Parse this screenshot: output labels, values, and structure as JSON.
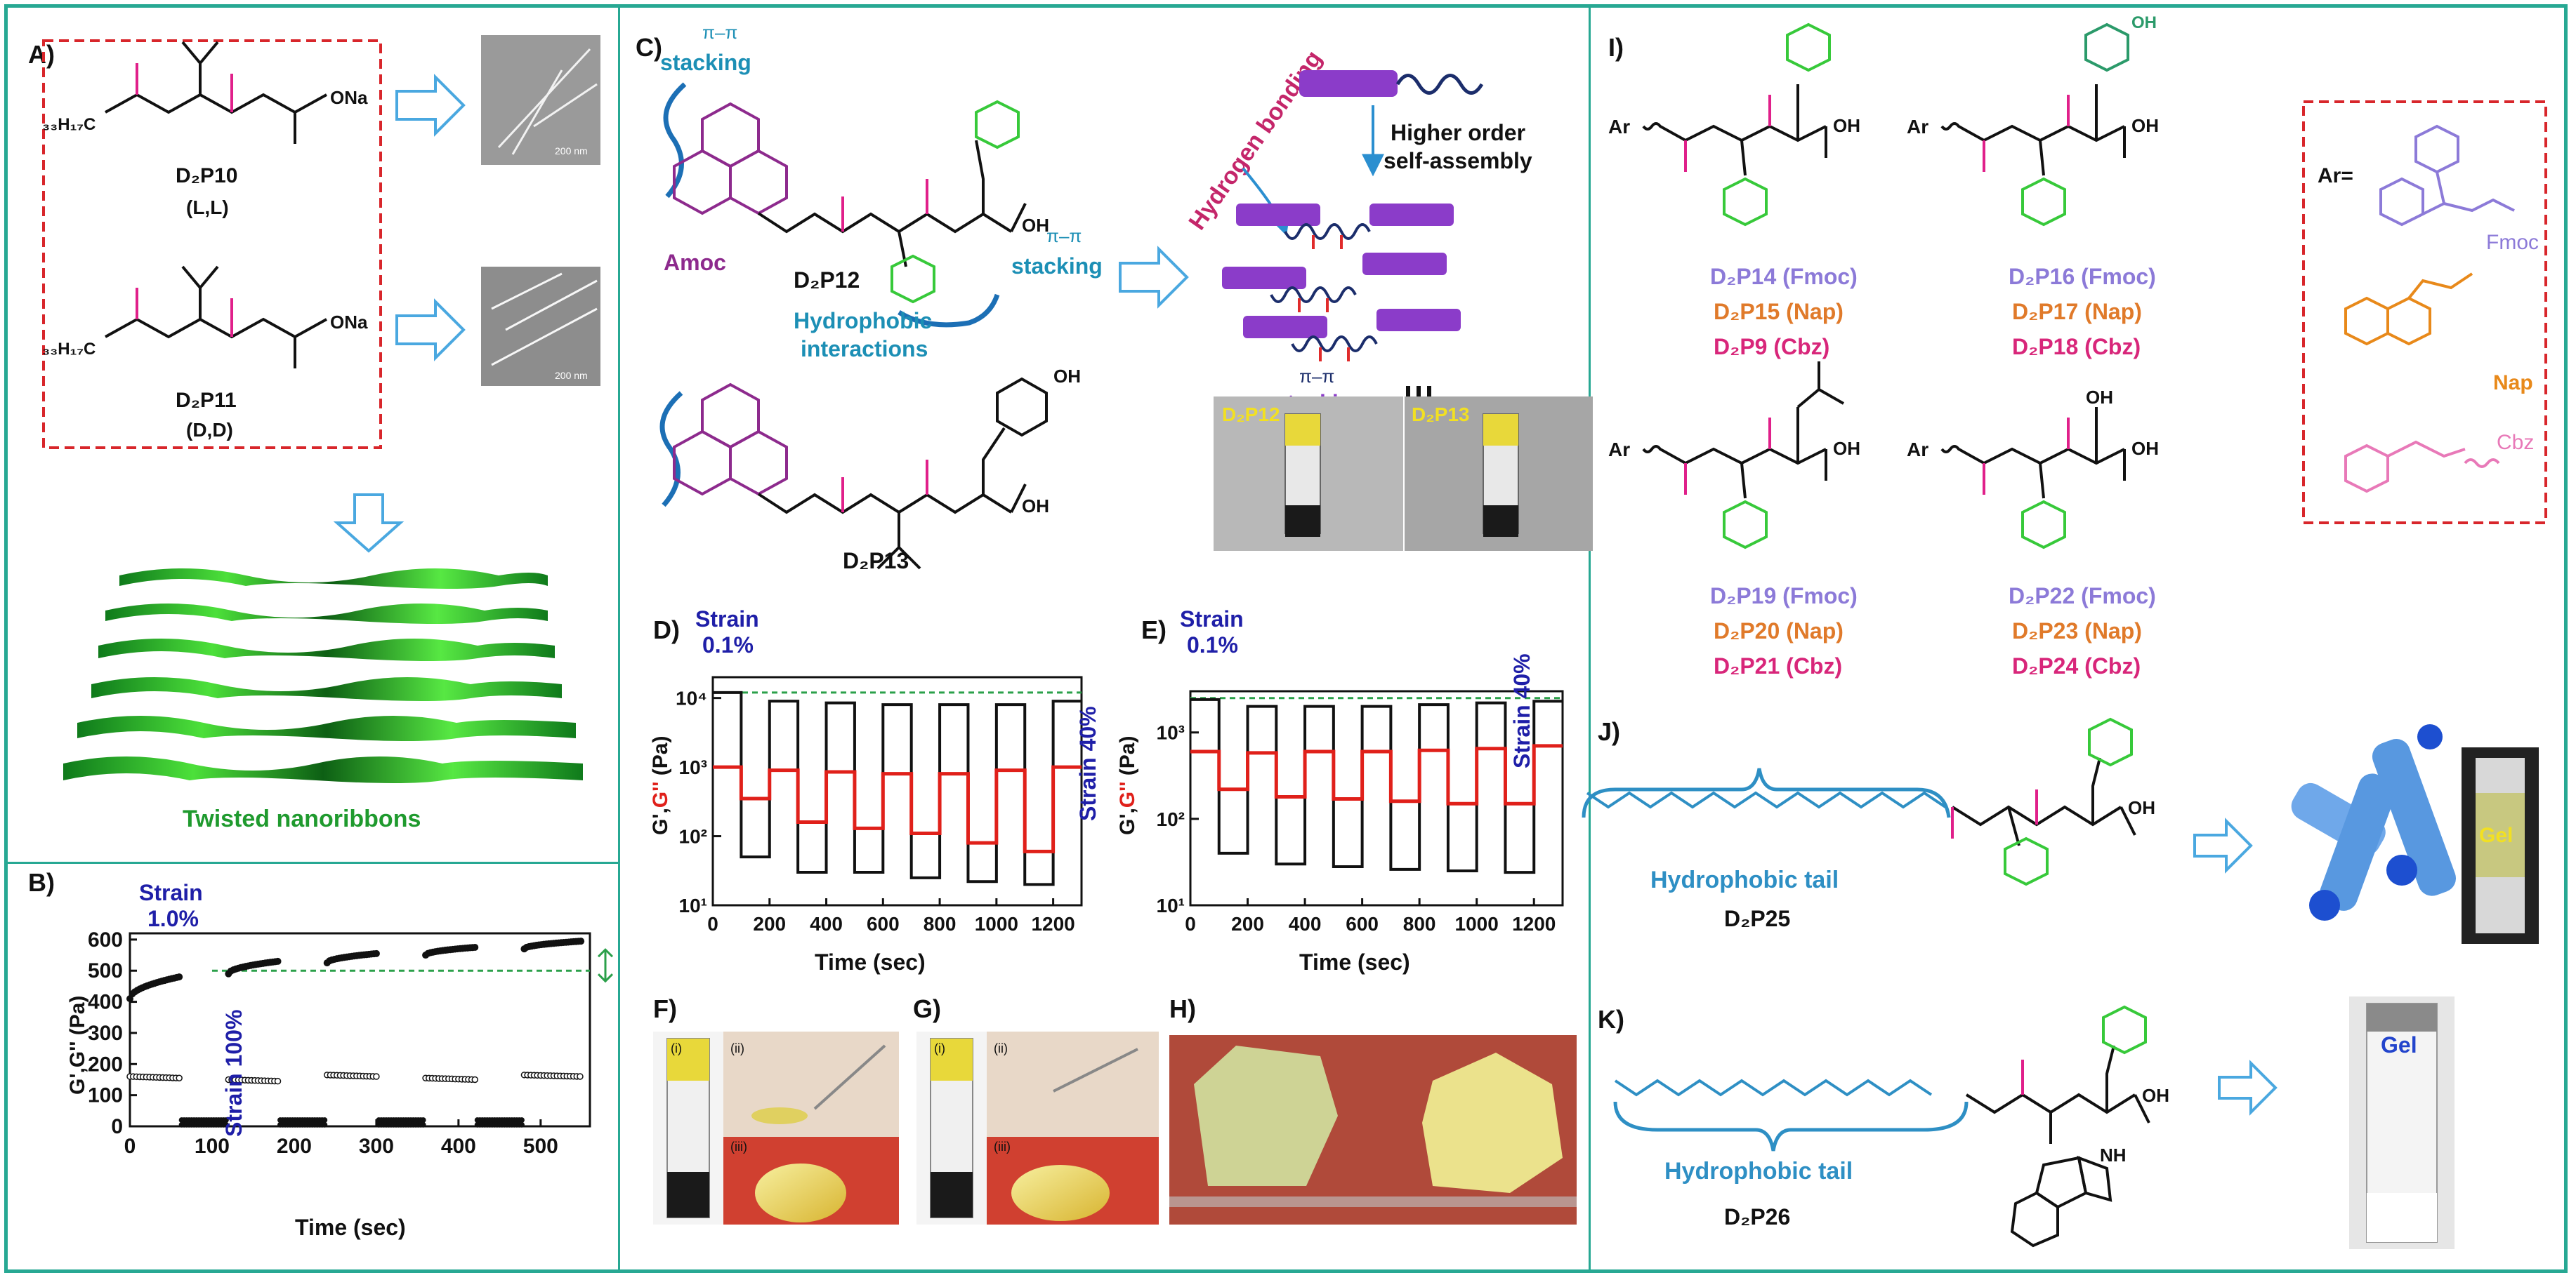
{
  "panels": {
    "A": {
      "label": "A)",
      "compound1": {
        "name": "D₂P10",
        "config": "(L,L)"
      },
      "compound2": {
        "name": "D₂P11",
        "config": "(D,D)"
      },
      "chain": "₃₃H₁₇C",
      "salt": "ONa",
      "scale": "200 nm",
      "morphology": "Twisted nanoribbons"
    },
    "B": {
      "label": "B)",
      "strain1": "Strain",
      "strain1v": "1.0%",
      "strain2": "Strain 100%",
      "ylabel": "G',G'' (Pa)",
      "xlabel": "Time (sec)"
    },
    "C": {
      "label": "C)",
      "pi_stack1": "π–π",
      "stacking1": "stacking",
      "amoc": "Amoc",
      "compound1": "D₂P12",
      "compound2": "D₂P13",
      "pi_stack2": "π–π",
      "stacking2": "stacking",
      "hydrophobic": "Hydrophobic",
      "interactions": "interactions",
      "hbond": "Hydrogen bonding",
      "higher1": "Higher order",
      "higher2": "self-assembly",
      "pi_stack3": "π–π",
      "stacking3": "stacking",
      "photo1": "D₂P12",
      "photo2": "D₂P13",
      "oh": "OH"
    },
    "D": {
      "label": "D)",
      "strain1": "Strain",
      "strain1v": "0.1%",
      "strain2": "Strain 40%",
      "ylabel_g1": "G',",
      "ylabel_g2": "G''",
      "ylabel_u": " (Pa)",
      "xlabel": "Time (sec)"
    },
    "E": {
      "label": "E)",
      "strain1": "Strain",
      "strain1v": "0.1%",
      "strain2": "Strain 40%",
      "ylabel_g1": "G',",
      "ylabel_g2": "G''",
      "ylabel_u": " (Pa)",
      "xlabel": "Time (sec)"
    },
    "F": {
      "label": "F)",
      "i": "(i)",
      "ii": "(ii)",
      "iii": "(iii)"
    },
    "G": {
      "label": "G)",
      "i": "(i)",
      "ii": "(ii)",
      "iii": "(iii)"
    },
    "H": {
      "label": "H)"
    },
    "I": {
      "label": "I)",
      "ar": "Ar",
      "ar_eq": "Ar=",
      "fmoc": "Fmoc",
      "nap": "Nap",
      "cbz": "Cbz",
      "oh": "OH",
      "group1": [
        "D₂P14 (Fmoc)",
        "D₂P15 (Nap)",
        "D₂P9 (Cbz)"
      ],
      "group2": [
        "D₂P16 (Fmoc)",
        "D₂P17 (Nap)",
        "D₂P18 (Cbz)"
      ],
      "group3": [
        "D₂P19 (Fmoc)",
        "D₂P20 (Nap)",
        "D₂P21 (Cbz)"
      ],
      "group4": [
        "D₂P22 (Fmoc)",
        "D₂P23 (Nap)",
        "D₂P24 (Cbz)"
      ]
    },
    "J": {
      "label": "J)",
      "tail": "Hydrophobic tail",
      "compound": "D₂P25",
      "gel": "Gel",
      "oh": "OH"
    },
    "K": {
      "label": "K)",
      "tail": "Hydrophobic tail",
      "compound": "D₂P26",
      "gel": "Gel",
      "oh": "OH",
      "nh": "NH"
    }
  },
  "chart_data": [
    {
      "type": "scatter",
      "title": "",
      "xlabel": "Time (sec)",
      "ylabel": "G',G'' (Pa)",
      "xlim": [
        0,
        560
      ],
      "ylim": [
        0,
        620
      ],
      "xticks": [
        0,
        100,
        200,
        300,
        400,
        500
      ],
      "yticks": [
        0,
        100,
        200,
        300,
        400,
        500,
        600
      ],
      "strain_low": "1.0%",
      "strain_high": "100%",
      "dashed_ref": 500,
      "series": [
        {
          "values": [
            [
              0,
              410
            ],
            [
              60,
              480
            ],
            [
              120,
              490
            ],
            [
              180,
              530
            ],
            [
              240,
              525
            ],
            [
              300,
              555
            ],
            [
              360,
              550
            ],
            [
              420,
              575
            ],
            [
              480,
              570
            ],
            [
              550,
              595
            ]
          ]
        },
        {
          "values": [
            [
              0,
              160
            ],
            [
              60,
              155
            ],
            [
              120,
              150
            ],
            [
              180,
              145
            ],
            [
              240,
              165
            ],
            [
              300,
              160
            ],
            [
              360,
              155
            ],
            [
              420,
              150
            ],
            [
              480,
              165
            ],
            [
              550,
              160
            ]
          ]
        }
      ],
      "high_strain_level": 20
    },
    {
      "type": "line",
      "xlabel": "Time (sec)",
      "ylabel": "G', G'' (Pa)",
      "xlim": [
        0,
        1300
      ],
      "ylim": [
        10,
        20000
      ],
      "yscale": "log",
      "xticks": [
        0,
        200,
        400,
        600,
        800,
        1000,
        1200
      ],
      "yticks": [
        "10¹",
        "10²",
        "10³",
        "10⁴"
      ],
      "strain_low": "0.1%",
      "strain_high": "40%",
      "dashed_ref": 12000,
      "series": [
        {
          "color": "#111111",
          "levels_low": [
            12000,
            9000,
            8500,
            8000,
            8000,
            8000,
            9000
          ],
          "levels_high": [
            50,
            30,
            30,
            25,
            22,
            20
          ]
        },
        {
          "color": "#e0201a",
          "levels_low": [
            1000,
            900,
            850,
            800,
            800,
            900,
            1000
          ],
          "levels_high": [
            350,
            160,
            130,
            110,
            80,
            60
          ]
        }
      ]
    },
    {
      "type": "line",
      "xlabel": "Time (sec)",
      "ylabel": "G', G'' (Pa)",
      "xlim": [
        0,
        1300
      ],
      "ylim": [
        10,
        3000
      ],
      "yscale": "log",
      "xticks": [
        0,
        200,
        400,
        600,
        800,
        1000,
        1200
      ],
      "yticks": [
        "10¹",
        "10²",
        "10³"
      ],
      "strain_low": "0.1%",
      "strain_high": "40%",
      "dashed_ref": 2500,
      "series": [
        {
          "color": "#111111",
          "levels_low": [
            2400,
            2000,
            2000,
            2000,
            2100,
            2200,
            2300
          ],
          "levels_high": [
            40,
            30,
            28,
            26,
            25,
            24
          ]
        },
        {
          "color": "#e0201a",
          "levels_low": [
            600,
            580,
            600,
            600,
            620,
            650,
            700
          ],
          "levels_high": [
            220,
            180,
            170,
            160,
            150,
            150
          ]
        }
      ]
    }
  ]
}
